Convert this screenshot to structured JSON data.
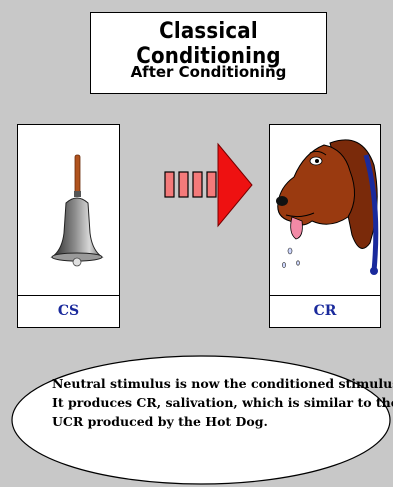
{
  "title": {
    "main": "Classical Conditioning",
    "sub": "After Conditioning"
  },
  "left_panel": {
    "label": "CS",
    "image": "bell-icon"
  },
  "right_panel": {
    "label": "CR",
    "image": "salivating-dog-icon"
  },
  "arrow": {
    "icon": "right-arrow-icon",
    "color": "#ee1111"
  },
  "description": {
    "lines": [
      "Neutral stimulus is now the conditioned stimulus.",
      "It produces CR, salivation, which is similar to the",
      "UCR produced by the Hot Dog."
    ]
  },
  "colors": {
    "background": "#c8c8c8",
    "label_text": "#1a2a9c",
    "arrow_red": "#ee1111",
    "dog_brown": "#9a3a10"
  }
}
